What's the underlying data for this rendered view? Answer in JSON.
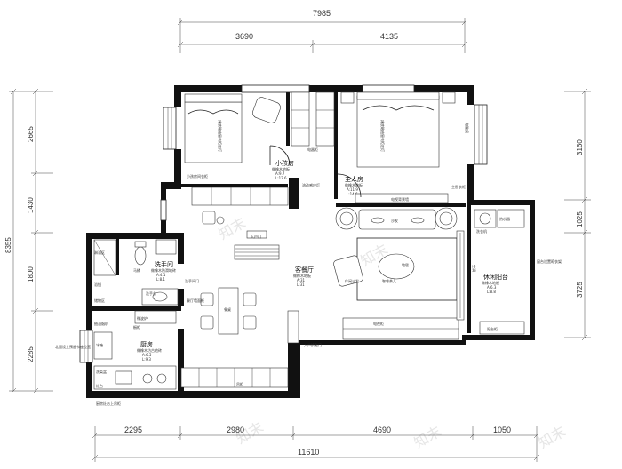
{
  "dimensions": {
    "top_total": "7985",
    "top_left": "3690",
    "top_right": "4135",
    "bottom_total": "11610",
    "bottom": [
      "2295",
      "2980",
      "4690",
      "1050"
    ],
    "left_total": "8355",
    "left": [
      "2665",
      "1430",
      "1800",
      "2285"
    ],
    "right": [
      "3160",
      "1025",
      "3725"
    ]
  },
  "rooms": {
    "kids_room": {
      "name": "小孩房",
      "floor": "做橡木地板",
      "area": "A:9.7",
      "perim": "L:12.6"
    },
    "master_bedroom": {
      "name": "主人房",
      "floor": "做橡木地板",
      "area": "A:11.9",
      "perim": "L:14.6"
    },
    "living_dining": {
      "name": "客餐厅",
      "floor": "做橡木地板",
      "area": "A:31",
      "perim": "L:31"
    },
    "bathroom": {
      "name": "洗手间",
      "floor": "做橡木防滑地砖",
      "area": "A:4.1",
      "perim": "L:8.1"
    },
    "kitchen": {
      "name": "厨房",
      "floor": "做橡木仿古地砖",
      "area": "A:6.5",
      "perim": "L:9.3"
    },
    "leisure_balcony": {
      "name": "休闲阳台",
      "floor": "做橡木地板",
      "area": "A:6.3",
      "perim": "L:8.8"
    }
  },
  "labels": {
    "kids_bed": "床底暗抽屉衣柜底灯",
    "master_bed": "床底暗抽屉衣柜底灯",
    "kids_wardrobe": "小孩房间衣柜",
    "master_desk": "电脑桌",
    "master_cabinet": "主卧衣柜",
    "tv_wall": "电视背景墙",
    "corridor_light": "流动感应灯",
    "shoe_cabinet": "电器柜",
    "sofa": "沙发",
    "rug": "地毯",
    "lounge_chair": "休闲沙发",
    "tea_table": "咖啡茶几",
    "tv_cabinet": "电视柜",
    "entrance": "入户换鞋门",
    "dining_table": "餐桌",
    "bathroom_door": "洗手间门",
    "dining_cabinet": "餐厅墙面柜",
    "washbasin": "洗手台",
    "mirror": "浴镜",
    "toilet": "马桶",
    "shower": "淋浴区",
    "fridge": "冰箱",
    "storage": "储物区",
    "microwave": "微波炉",
    "stove": "灶台",
    "sink": "洗菜盆",
    "cooker_hood": "抽油烟机",
    "kitchen_cabinet": "橱柜",
    "kitchen_top": "吊柜",
    "water_heater": "热水器",
    "ac_unit": "空调",
    "washing_machine": "洗衣机",
    "balcony_cabinet": "阳台柜",
    "balcony_note": "窗台设置晾衣架",
    "left_note": "北面设立预留卡座位置",
    "bottom_note": "厨房灶台上吊柜",
    "door_label": "入户门"
  },
  "watermarks": [
    "知末",
    "知末",
    "知末",
    "知末",
    "知末"
  ],
  "colors": {
    "wall": "#111111",
    "line": "#222222",
    "dim": "#333333"
  }
}
